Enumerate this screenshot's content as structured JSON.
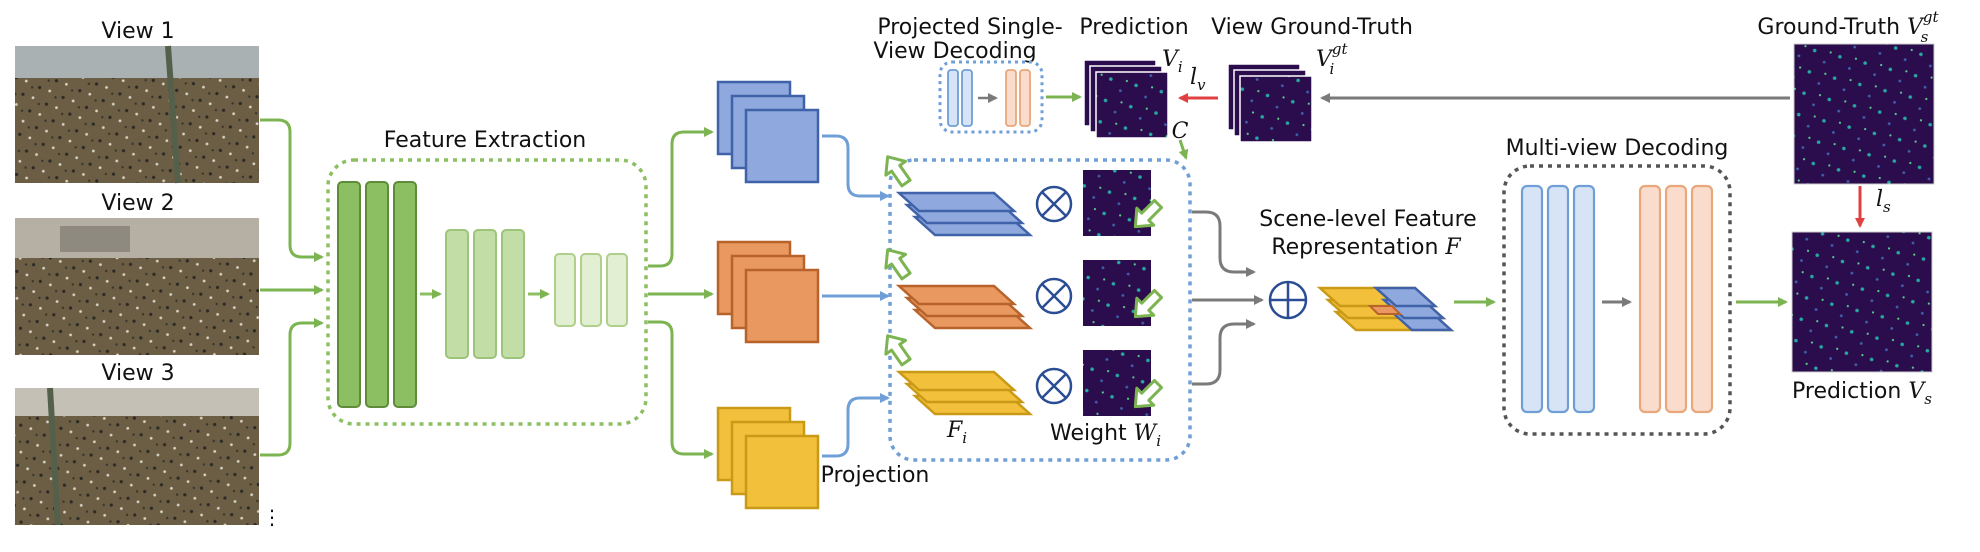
{
  "views": [
    "View 1",
    "View 2",
    "View 3"
  ],
  "more_views": "⋮",
  "feature_extraction": "Feature Extraction",
  "projection": "Projection",
  "single_view": {
    "line1": "Projected Single-",
    "line2": "View Decoding"
  },
  "prediction_top": "Prediction",
  "pred_var": "V",
  "pred_sub": "i",
  "view_gt": "View Ground-Truth",
  "gt_i_var": "V",
  "gt_i_sub": "i",
  "gt_i_sup": "gt",
  "lv": "l",
  "lv_sub": "v",
  "c_label": "C",
  "fi_var": "F",
  "fi_sub": "i",
  "weight_prefix": "Weight ",
  "weight_var": "W",
  "weight_sub": "i",
  "scene_line1": "Scene-level Feature",
  "scene_line2": "Representation ",
  "scene_var": "F",
  "multi_view": "Multi-view Decoding",
  "gt_scene": "Ground-Truth ",
  "gt_s_var": "V",
  "gt_s_sub": "s",
  "gt_s_sup": "gt",
  "ls": "l",
  "ls_sub": "s",
  "pred_bottom": "Prediction ",
  "pred_s_var": "V",
  "pred_s_sub": "s",
  "colors": {
    "green_dark": "#8cbf62",
    "green_mid": "#c3dda6",
    "green_light": "#e2efd3",
    "blue": "#8fa8dd",
    "blue_edge": "#3f62a8",
    "orange": "#e9985f",
    "orange_edge": "#b8622c",
    "yellow": "#f2c03a",
    "yellow_edge": "#c99a17",
    "heat": "#2b0c4d",
    "dec_blue": "#d6e4f6",
    "dec_orange": "#f9dccb",
    "arrow_green": "#7cb451",
    "arrow_blue": "#6f9fd6",
    "arrow_gray": "#7a7a7a",
    "arrow_red": "#e04040"
  }
}
